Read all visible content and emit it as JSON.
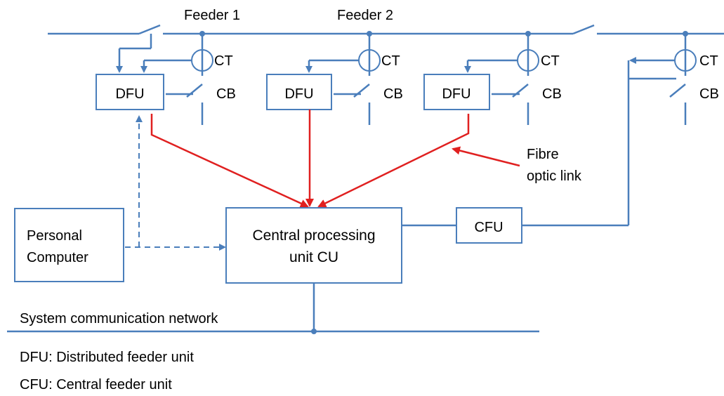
{
  "colors": {
    "line": "#4a7ebb",
    "fibre": "#e02020",
    "text": "#000000"
  },
  "feeders": {
    "feeder1": "Feeder 1",
    "feeder2": "Feeder 2"
  },
  "ct_label": "CT",
  "cb_label": "CB",
  "dfu_label": "DFU",
  "cfu_label": "CFU",
  "pc": {
    "line1": "Personal",
    "line2": "Computer"
  },
  "cu": {
    "line1": "Central processing",
    "line2": "unit CU"
  },
  "fibre": {
    "line1": "Fibre",
    "line2": "optic link"
  },
  "network_label": "System communication network",
  "legend": {
    "dfu": "DFU: Distributed feeder unit",
    "cfu": "CFU: Central feeder unit"
  }
}
